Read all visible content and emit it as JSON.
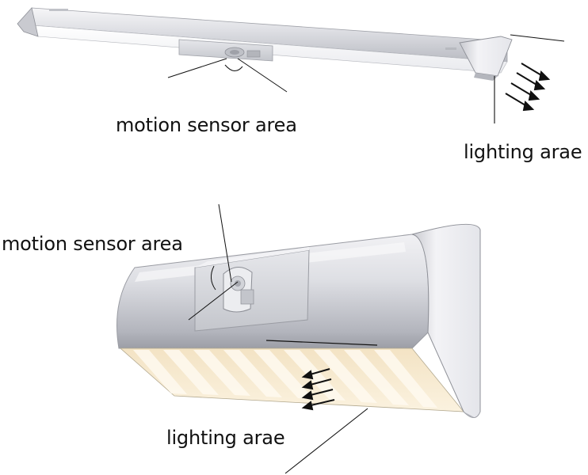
{
  "labels": {
    "top_sensor": "motion sensor area",
    "top_lighting": "lighting arae",
    "bottom_sensor": "motion sensor area",
    "bottom_lighting": "lighting arae"
  },
  "colors": {
    "housing": "#e3e4e8",
    "housing_shadow": "#a9abb2",
    "endcap": "#f4f4f7",
    "led_warm": "#f7ead0",
    "led_stripe": "#fff8ea",
    "ink": "#111111"
  }
}
